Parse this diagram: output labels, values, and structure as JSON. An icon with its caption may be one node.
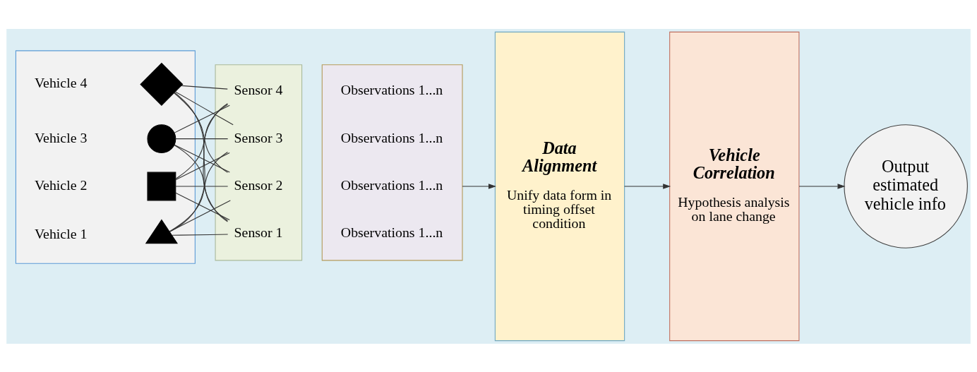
{
  "diagram": {
    "nodes": [
      {
        "text": [],
        "shape": "box"
      },
      {
        "text": [
          "Vehicle 4"
        ],
        "in": 0
      },
      {
        "text": [],
        "shape": "diamond",
        "in": 0
      },
      {
        "text": [
          "Vehicle 3"
        ],
        "in": 0
      },
      {
        "text": [],
        "shape": "circle",
        "in": 0
      },
      {
        "text": [
          "Vehicle 2"
        ],
        "in": 0
      },
      {
        "text": [],
        "shape": "square",
        "in": 0
      },
      {
        "text": [
          "Vehicle 1"
        ],
        "in": 0
      },
      {
        "text": [],
        "shape": "triangle",
        "in": 0
      },
      {
        "text": [],
        "shape": "box"
      },
      {
        "text": [
          "Sensor 4"
        ],
        "in": 9
      },
      {
        "text": [
          "Sensor 3"
        ],
        "in": 9
      },
      {
        "text": [
          "Sensor 2"
        ],
        "in": 9
      },
      {
        "text": [
          "Sensor 1"
        ],
        "in": 9
      },
      {
        "text": [],
        "shape": "box"
      },
      {
        "text": [
          "Observations 1...n"
        ],
        "in": 14
      },
      {
        "text": [
          "Observations 1...n"
        ],
        "in": 14
      },
      {
        "text": [
          "Observations 1...n"
        ],
        "in": 14
      },
      {
        "text": [
          "Observations 1...n"
        ],
        "in": 14
      },
      {
        "text": [
          "Data Alignment",
          "Unify data form in timing offset condition"
        ]
      },
      {
        "text": [
          "Vehicle Correlation",
          "Hypothesis analysis on lane change"
        ]
      },
      {
        "text": [
          "Output estimated vehicle info"
        ]
      }
    ],
    "edges": [
      {
        "from": 2,
        "to": 10,
        "arrow": "none"
      },
      {
        "from": 2,
        "to": 11,
        "arrow": "none"
      },
      {
        "from": 2,
        "to": 12,
        "arrow": "none"
      },
      {
        "from": 2,
        "to": 13,
        "arrow": "none"
      },
      {
        "from": 4,
        "to": 10,
        "arrow": "none"
      },
      {
        "from": 4,
        "to": 11,
        "arrow": "none"
      },
      {
        "from": 4,
        "to": 12,
        "arrow": "none"
      },
      {
        "from": 4,
        "to": 13,
        "arrow": "none"
      },
      {
        "from": 6,
        "to": 10,
        "arrow": "none"
      },
      {
        "from": 6,
        "to": 11,
        "arrow": "none"
      },
      {
        "from": 6,
        "to": 12,
        "arrow": "none"
      },
      {
        "from": 6,
        "to": 13,
        "arrow": "none"
      },
      {
        "from": 8,
        "to": 10,
        "arrow": "none"
      },
      {
        "from": 8,
        "to": 11,
        "arrow": "none"
      },
      {
        "from": 8,
        "to": 12,
        "arrow": "none"
      },
      {
        "from": 8,
        "to": 13,
        "arrow": "none"
      },
      {
        "from": 14,
        "to": 19,
        "arrow": "to"
      },
      {
        "from": 19,
        "to": 20,
        "arrow": "to"
      },
      {
        "from": 20,
        "to": 21,
        "arrow": "to"
      }
    ]
  }
}
